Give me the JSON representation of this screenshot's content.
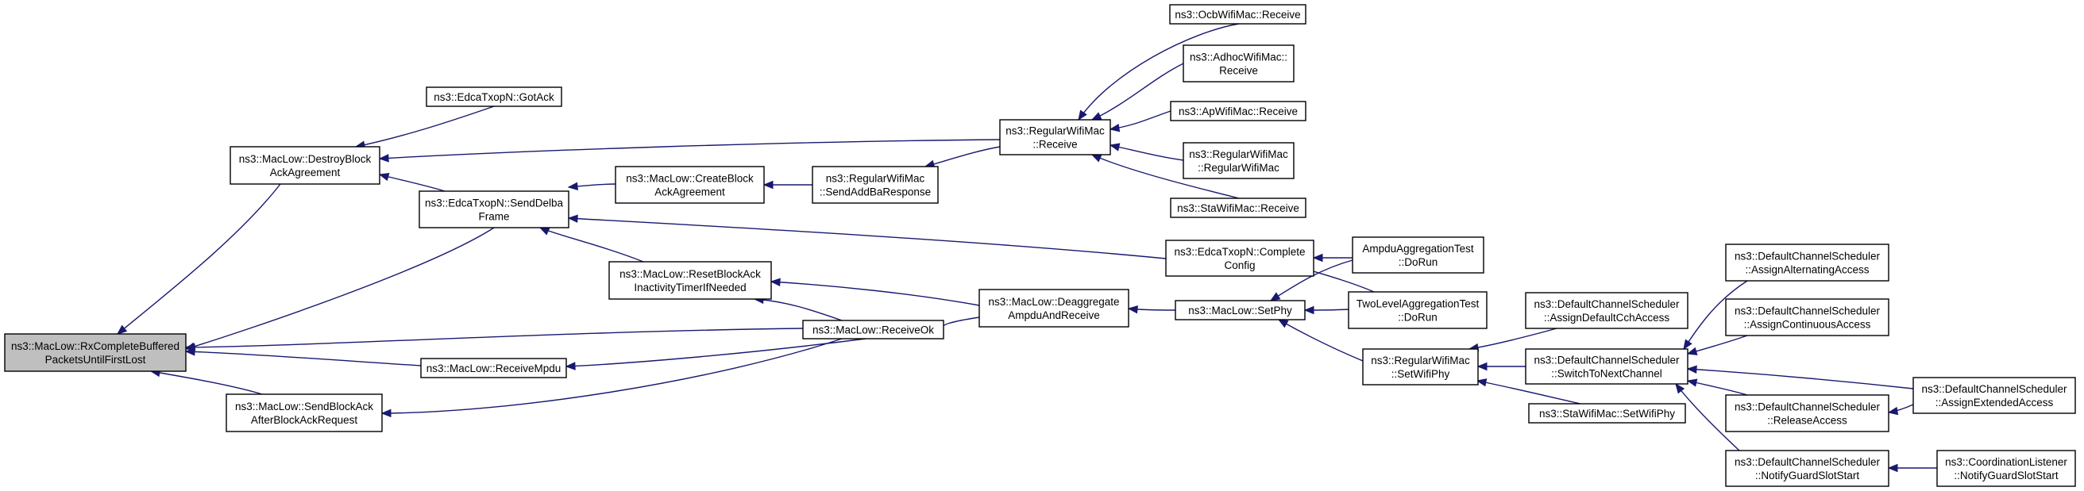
{
  "colors": {
    "edge": "#191970",
    "root_fill": "#bfbfbf",
    "node_fill": "#ffffff",
    "node_border": "#000000"
  },
  "nodes": [
    {
      "id": "n0",
      "lines": [
        "ns3::MacLow::RxCompleteBuffered",
        "PacketsUntilFirstLost"
      ],
      "root": true
    },
    {
      "id": "n1",
      "lines": [
        "ns3::MacLow::DestroyBlock",
        "AckAgreement"
      ]
    },
    {
      "id": "n2",
      "lines": [
        "ns3::EdcaTxopN::GotAck"
      ]
    },
    {
      "id": "n3",
      "lines": [
        "ns3::EdcaTxopN::SendDelba",
        "Frame"
      ]
    },
    {
      "id": "n4",
      "lines": [
        "ns3::MacLow::CreateBlock",
        "AckAgreement"
      ]
    },
    {
      "id": "n5",
      "lines": [
        "ns3::RegularWifiMac",
        "::SendAddBaResponse"
      ]
    },
    {
      "id": "n6",
      "lines": [
        "ns3::RegularWifiMac",
        "::Receive"
      ]
    },
    {
      "id": "n7",
      "lines": [
        "ns3::OcbWifiMac::Receive"
      ]
    },
    {
      "id": "n8",
      "lines": [
        "ns3::AdhocWifiMac::",
        "Receive"
      ]
    },
    {
      "id": "n9",
      "lines": [
        "ns3::ApWifiMac::Receive"
      ]
    },
    {
      "id": "n10",
      "lines": [
        "ns3::RegularWifiMac",
        "::RegularWifiMac"
      ]
    },
    {
      "id": "n11",
      "lines": [
        "ns3::StaWifiMac::Receive"
      ]
    },
    {
      "id": "n12",
      "lines": [
        "ns3::EdcaTxopN::Complete",
        "Config"
      ]
    },
    {
      "id": "n13",
      "lines": [
        "AmpduAggregationTest",
        "::DoRun"
      ]
    },
    {
      "id": "n14",
      "lines": [
        "TwoLevelAggregationTest",
        "::DoRun"
      ]
    },
    {
      "id": "n15",
      "lines": [
        "ns3::MacLow::ResetBlockAck",
        "InactivityTimerIfNeeded"
      ]
    },
    {
      "id": "n16",
      "lines": [
        "ns3::MacLow::ReceiveOk"
      ]
    },
    {
      "id": "n17",
      "lines": [
        "ns3::MacLow::Deaggregate",
        "AmpduAndReceive"
      ]
    },
    {
      "id": "n18",
      "lines": [
        "ns3::MacLow::SetPhy"
      ]
    },
    {
      "id": "n19",
      "lines": [
        "ns3::MacLow::ReceiveMpdu"
      ]
    },
    {
      "id": "n20",
      "lines": [
        "ns3::MacLow::SendBlockAck",
        "AfterBlockAckRequest"
      ]
    },
    {
      "id": "n21",
      "lines": [
        "ns3::RegularWifiMac",
        "::SetWifiPhy"
      ]
    },
    {
      "id": "n22",
      "lines": [
        "ns3::StaWifiMac::SetWifiPhy"
      ]
    },
    {
      "id": "n23",
      "lines": [
        "ns3::DefaultChannelScheduler",
        "::AssignDefaultCchAccess"
      ]
    },
    {
      "id": "n24",
      "lines": [
        "ns3::DefaultChannelScheduler",
        "::SwitchToNextChannel"
      ]
    },
    {
      "id": "n25",
      "lines": [
        "ns3::DefaultChannelScheduler",
        "::AssignAlternatingAccess"
      ]
    },
    {
      "id": "n26",
      "lines": [
        "ns3::DefaultChannelScheduler",
        "::AssignContinuousAccess"
      ]
    },
    {
      "id": "n27",
      "lines": [
        "ns3::DefaultChannelScheduler",
        "::ReleaseAccess"
      ]
    },
    {
      "id": "n28",
      "lines": [
        "ns3::DefaultChannelScheduler",
        "::NotifyGuardSlotStart"
      ]
    },
    {
      "id": "n29",
      "lines": [
        "ns3::DefaultChannelScheduler",
        "::AssignExtendedAccess"
      ]
    },
    {
      "id": "n30",
      "lines": [
        "ns3::CoordinationListener",
        "::NotifyGuardSlotStart"
      ]
    }
  ],
  "edges": [
    [
      "n1",
      "n0"
    ],
    [
      "n3",
      "n0"
    ],
    [
      "n16",
      "n0"
    ],
    [
      "n19",
      "n0"
    ],
    [
      "n20",
      "n0"
    ],
    [
      "n2",
      "n1"
    ],
    [
      "n6",
      "n1"
    ],
    [
      "n3",
      "n1"
    ],
    [
      "n4",
      "n3"
    ],
    [
      "n12",
      "n3"
    ],
    [
      "n15",
      "n3"
    ],
    [
      "n5",
      "n4"
    ],
    [
      "n6",
      "n5"
    ],
    [
      "n7",
      "n6"
    ],
    [
      "n8",
      "n6"
    ],
    [
      "n9",
      "n6"
    ],
    [
      "n10",
      "n6"
    ],
    [
      "n11",
      "n6"
    ],
    [
      "n13",
      "n12"
    ],
    [
      "n14",
      "n12"
    ],
    [
      "n16",
      "n15"
    ],
    [
      "n17",
      "n15"
    ],
    [
      "n17",
      "n16"
    ],
    [
      "n16",
      "n19"
    ],
    [
      "n16",
      "n20"
    ],
    [
      "n18",
      "n17"
    ],
    [
      "n13",
      "n18"
    ],
    [
      "n14",
      "n18"
    ],
    [
      "n21",
      "n18"
    ],
    [
      "n23",
      "n21"
    ],
    [
      "n24",
      "n21"
    ],
    [
      "n22",
      "n21"
    ],
    [
      "n25",
      "n24"
    ],
    [
      "n26",
      "n24"
    ],
    [
      "n29",
      "n24"
    ],
    [
      "n27",
      "n24"
    ],
    [
      "n28",
      "n24"
    ],
    [
      "n29",
      "n27"
    ],
    [
      "n30",
      "n28"
    ]
  ]
}
